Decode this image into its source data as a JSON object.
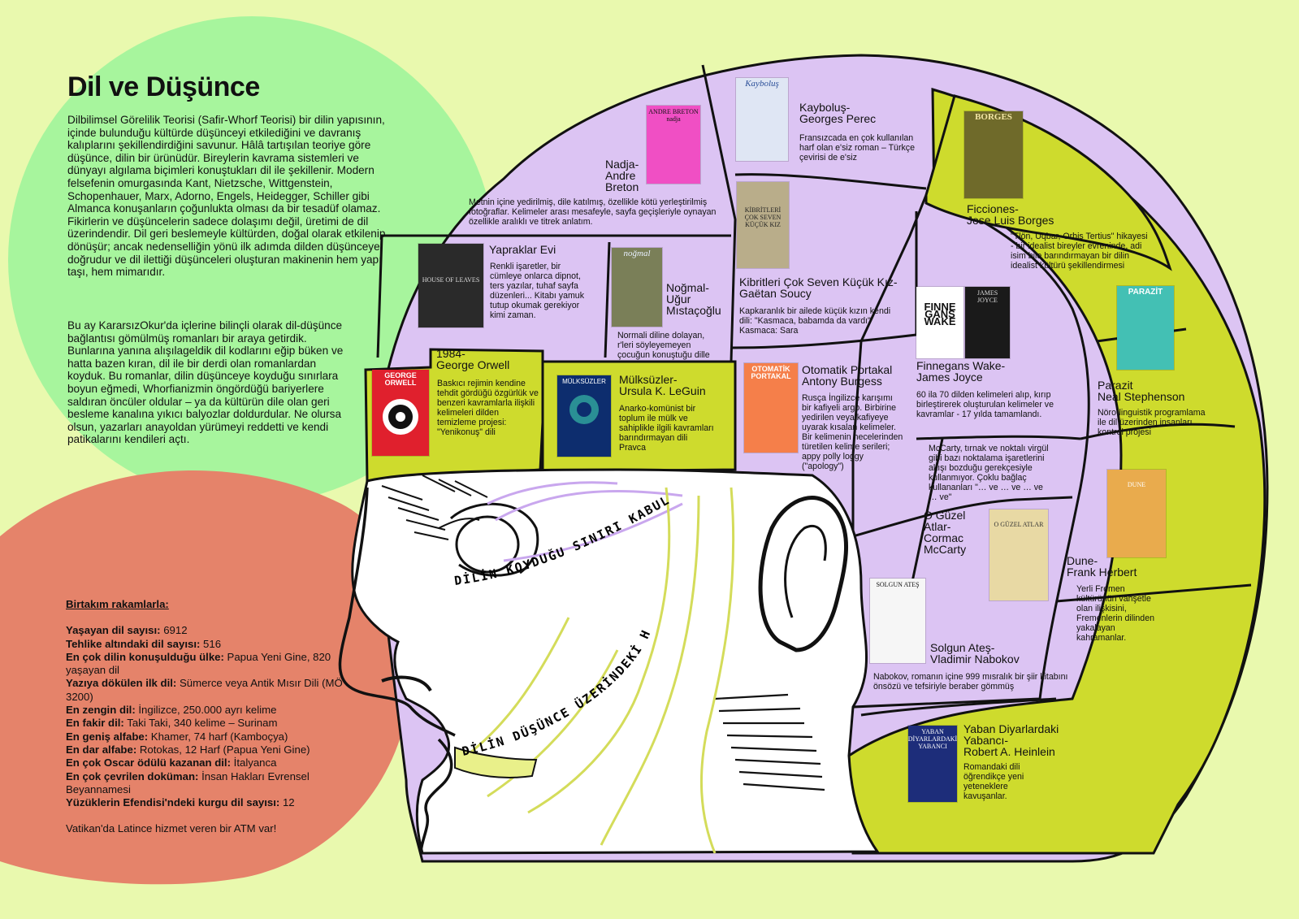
{
  "page": {
    "title": "Dil ve Düşünce",
    "intro": "Dilbilimsel Görelilik Teorisi (Safir-Whorf Teorisi) bir dilin yapısının, içinde bulunduğu kültürde düşünceyi etkilediğini ve davranış kalıplarını şekillendirdiğini savunur. Hâlâ tartışılan teoriye göre düşünce, dilin bir ürünüdür. Bireylerin kavrama sistemleri ve dünyayı algılama biçimleri konuştukları dil ile şekillenir. Modern felsefenin omurgasında Kant, Nietzsche, Wittgenstein, Schopenhauer, Marx, Adorno, Engels, Heidegger, Schiller gibi Almanca konuşanların çoğunlukta olması da bir tesadüf olamaz. Fikirlerin ve düşüncelerin sadece dolaşımı değil, üretimi de dil üzerindendir. Dil geri beslemeyle kültürden, doğal olarak etkilenip dönüşür; ancak nedenselliğin yönü ilk adımda dilden düşünceye doğrudur ve dil ilettiği düşünceleri oluşturan makinenin hem yapı taşı, hem mimarıdır.",
    "intro2": "Bu ay KararsızOkur'da içlerine bilinçli olarak dil-düşünce bağlantısı gömülmüş romanları bir araya getirdik. Bunlarına yanına alışılageldik dil kodlarını eğip büken ve hatta bazen kıran, dil ile bir derdi olan romanlardan koyduk. Bu romanlar, dilin düşünceye koyduğu sınırlara boyun eğmedi, Whorfianizmin öngördüğü bariyerlere saldıran öncüler oldular – ya da kültürün dile olan geri besleme kanalına yıkıcı balyozlar doldurdular. Ne olursa olsun, yazarları anayoldan yürümeyi reddetti ve kendi patikalarını kendileri açtı."
  },
  "stats": {
    "heading": "Birtakım rakamlarla:",
    "items": [
      {
        "label": "Yaşayan dil sayısı:",
        "value": " 6912"
      },
      {
        "label": "Tehlike altındaki dil sayısı:",
        "value": " 516"
      },
      {
        "label": "En çok dilin konuşulduğu ülke:",
        "value": " Papua Yeni Gine, 820 yaşayan dil"
      },
      {
        "label": "Yazıya dökülen ilk dil:",
        "value": " Sümerce veya Antik Mısır Dili (MÖ 3200)"
      },
      {
        "label": "En zengin dil:",
        "value": " İngilizce, 250.000 ayrı kelime"
      },
      {
        "label": "En fakir dil:",
        "value": " Taki Taki, 340 kelime – Surinam"
      },
      {
        "label": "En geniş alfabe:",
        "value": " Khamer, 74 harf (Kamboçya)"
      },
      {
        "label": "En dar alfabe:",
        "value": " Rotokas, 12 Harf (Papua Yeni Gine)"
      },
      {
        "label": "En çok Oscar ödülü kazanan dil:",
        "value": " İtalyanca"
      },
      {
        "label": "En çok çevrilen doküman:",
        "value": " İnsan Hakları Evrensel Beyannamesi"
      },
      {
        "label": "Yüzüklerin Efendisi'ndeki kurgu dil sayısı:",
        "value": " 12"
      }
    ],
    "footer": "Vatikan'da Latince hizmet veren bir ATM var!"
  },
  "curves": {
    "eye": "DİLİN KOYDUĞU SINIRI KABUL ETMEYENLER",
    "jaw": "DİLİN DÜŞÜNCE ÜZERİNDEKİ HÜKMÜ"
  },
  "books": {
    "nadja": {
      "title": "Nadja-\nAndre\nBreton",
      "desc": "Metnin içine yedirilmiş, dile katılmış, özellikle kötü yerleştirilmiş fotoğraflar. Kelimeler arası mesafeyle, sayfa geçişleriyle oynayan özellikle aralıklı ve titrek anlatım.",
      "cover_text": "ANDRE BRETON nadja"
    },
    "kaybolus": {
      "title": "Kayboluş-\nGeorges Perec",
      "desc": "Fransızcada en çok kullanılan harf olan e'siz roman – Türkçe çevirisi de e'siz",
      "cover_text": "Kayboluş"
    },
    "ficciones": {
      "title": "Ficciones-\nJose Luis Borges",
      "desc": "\"Tlön, Uqbar, Orbis Tertius\" hikayesi - bir idealist bireyler evreninde, adi isim bile barındırmayan bir dilin idealist kültürü şekillendirmesi",
      "cover_text": "BORGES"
    },
    "yapraklar": {
      "title": "Yapraklar Evi",
      "desc": "Renkli işaretler, bir cümleye onlarca dipnot, ters yazılar, tuhaf sayfa düzenleri... Kitabı yamuk tutup okumak gerekiyor kimi zaman.",
      "cover_text": "HOUSE OF LEAVES"
    },
    "nogmal": {
      "title": "Noğmal-\nUğur\nMıstaçoğlu",
      "desc": "Normali diline dolayan, r'leri söyleyemeyen çocuğun konuştuğu dille",
      "cover_text": "noğmal"
    },
    "kibritleri": {
      "title": "Kibritleri Çok Seven Küçük Kız-\nGaëtan Soucy",
      "desc": "Kapkaranlık bir ailede küçük kızın kendi dili: \"Kasmaca, babamda da vardı\" Kasmaca: Sara",
      "cover_text": "KİBRİTLERİ ÇOK SEVEN KÜÇÜK KIZ"
    },
    "finnegans": {
      "title": "Finnegans Wake-\nJames Joyce",
      "desc": "60 ila 70 dilden kelimeleri alıp, kırıp birleştirerek oluşturulan kelimeler ve kavramlar - 17 yılda tamamlandı.",
      "cover_text": "FINNE GANS WAKE"
    },
    "parazit": {
      "title": "Parazit\nNeal Stephenson",
      "desc": "Nöro-linguistik programlama ile dil üzerinden insanları kontrol projesi",
      "cover_text": "PARAZİT"
    },
    "orwell": {
      "title": "1984-\nGeorge Orwell",
      "desc": "Baskıcı rejimin kendine tehdit gördüğü özgürlük ve benzeri kavramlarla ilişkili kelimeleri dilden temizleme projesi: \"Yenikonuş\" dili",
      "cover_text": "GEORGE ORWELL"
    },
    "mulksuzler": {
      "title": "Mülksüzler-\nUrsula K. LeGuin",
      "desc": "Anarko-komünist bir toplum ile mülk ve sahiplikle ilgili kavramları barındırmayan dili Pravca",
      "cover_text": "MÜLKSÜZLER"
    },
    "portakal": {
      "title": "Otomatik Portakal\nAntony Burgess",
      "desc": "Rusça İngilizce karışımı bir kafiyeli argo. Birbirine yedirilen veya kafiyeye uyarak kısalan kelimeler. Bir kelimenin hecelerinden türetilen kelime serileri; appy polly loggy (\"apology\")",
      "cover_text": "OTOMATİK PORTAKAL"
    },
    "mccarty": {
      "title": "O Güzel\nAtlar-\nCormac\nMcCarty",
      "desc": "McCarty, tırnak ve noktalı virgül gibi bazı noktalama işaretlerini akışı bozduğu gerekçesiyle kullanmıyor. Çoklu bağlaç kullananları \"… ve … ve … ve … ve\"",
      "cover_text": "O GÜZEL ATLAR"
    },
    "dune": {
      "title": "Dune-\nFrank Herbert",
      "desc": "Yerli Fremen kültürünün vahşetle olan ilişkisini, Fremenlerin dilinden yakalayan kahramanlar.",
      "cover_text": "DUNE"
    },
    "solgun": {
      "title": "Solgun Ateş-\nVladimir Nabokov",
      "desc": "Nabokov, romanın içine 999 mısralık bir şiir kitabını önsözü ve tefsiriyle beraber gömmüş",
      "cover_text": "SOLGUN ATEŞ"
    },
    "yaban": {
      "title": "Yaban Diyarlardaki\nYabancı-\nRobert A. Heinlein",
      "desc": "Romandaki dili öğrendikçe yeni yeteneklere kavuşanlar.",
      "cover_text": "YABAN DİYARLARDAKİ YABANCI"
    }
  },
  "colors": {
    "background": "#e9f9ae",
    "green_blob": "#a7f59d",
    "red_blob": "#e5836a",
    "lavender": "#dcc4f3",
    "olive": "#cedb2d",
    "face": "#ffffff",
    "nerve": "#d4dc5a"
  }
}
